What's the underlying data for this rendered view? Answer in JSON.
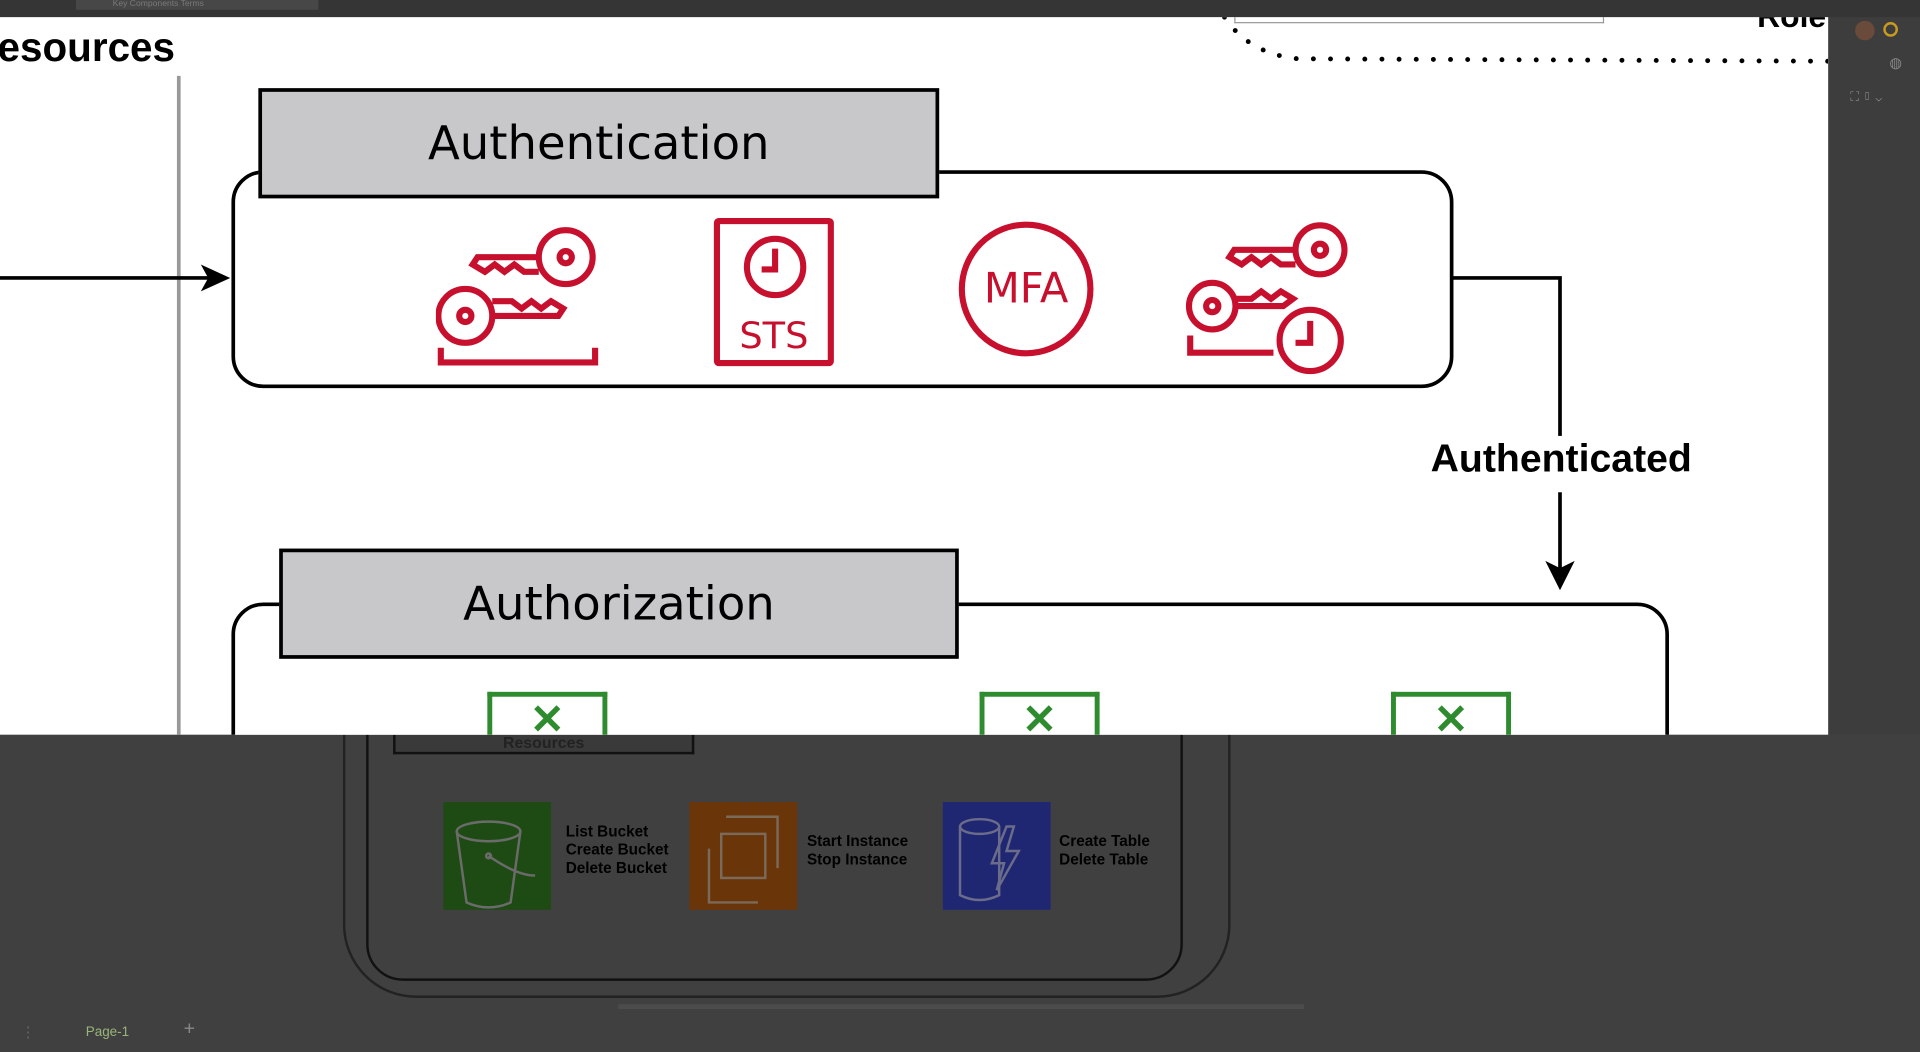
{
  "window": {
    "tab_title": "Key Components Terms",
    "partial_label_top_right": "Role"
  },
  "diagram": {
    "partial_title": "esources",
    "authentication": {
      "title": "Authentication",
      "icons": [
        "access-keys-icon",
        "sts-token-icon",
        "mfa-icon",
        "temporary-credentials-icon"
      ],
      "sts_label": "STS",
      "mfa_label": "MFA"
    },
    "flow_label": "Authenticated",
    "authorization": {
      "title": "Authorization",
      "icons": [
        "deny-icon",
        "deny-icon",
        "deny-icon"
      ]
    },
    "resources": {
      "title": "Resources",
      "items": [
        {
          "icon": "s3-bucket-icon",
          "color": "#1e4b14",
          "actions": [
            "List Bucket",
            "Create Bucket",
            "Delete Bucket"
          ]
        },
        {
          "icon": "ec2-instance-icon",
          "color": "#6a3508",
          "actions": [
            "Start Instance",
            "Stop Instance"
          ]
        },
        {
          "icon": "dynamodb-icon",
          "color": "#1f2773",
          "actions": [
            "Create Table",
            "Delete Table"
          ]
        }
      ]
    }
  },
  "colors": {
    "accent_red": "#c7102e",
    "deny_green": "#2e8b2e",
    "header_gray": "#c8c7ca"
  },
  "footer": {
    "page_tab": "Page-1",
    "add_page": "+"
  }
}
